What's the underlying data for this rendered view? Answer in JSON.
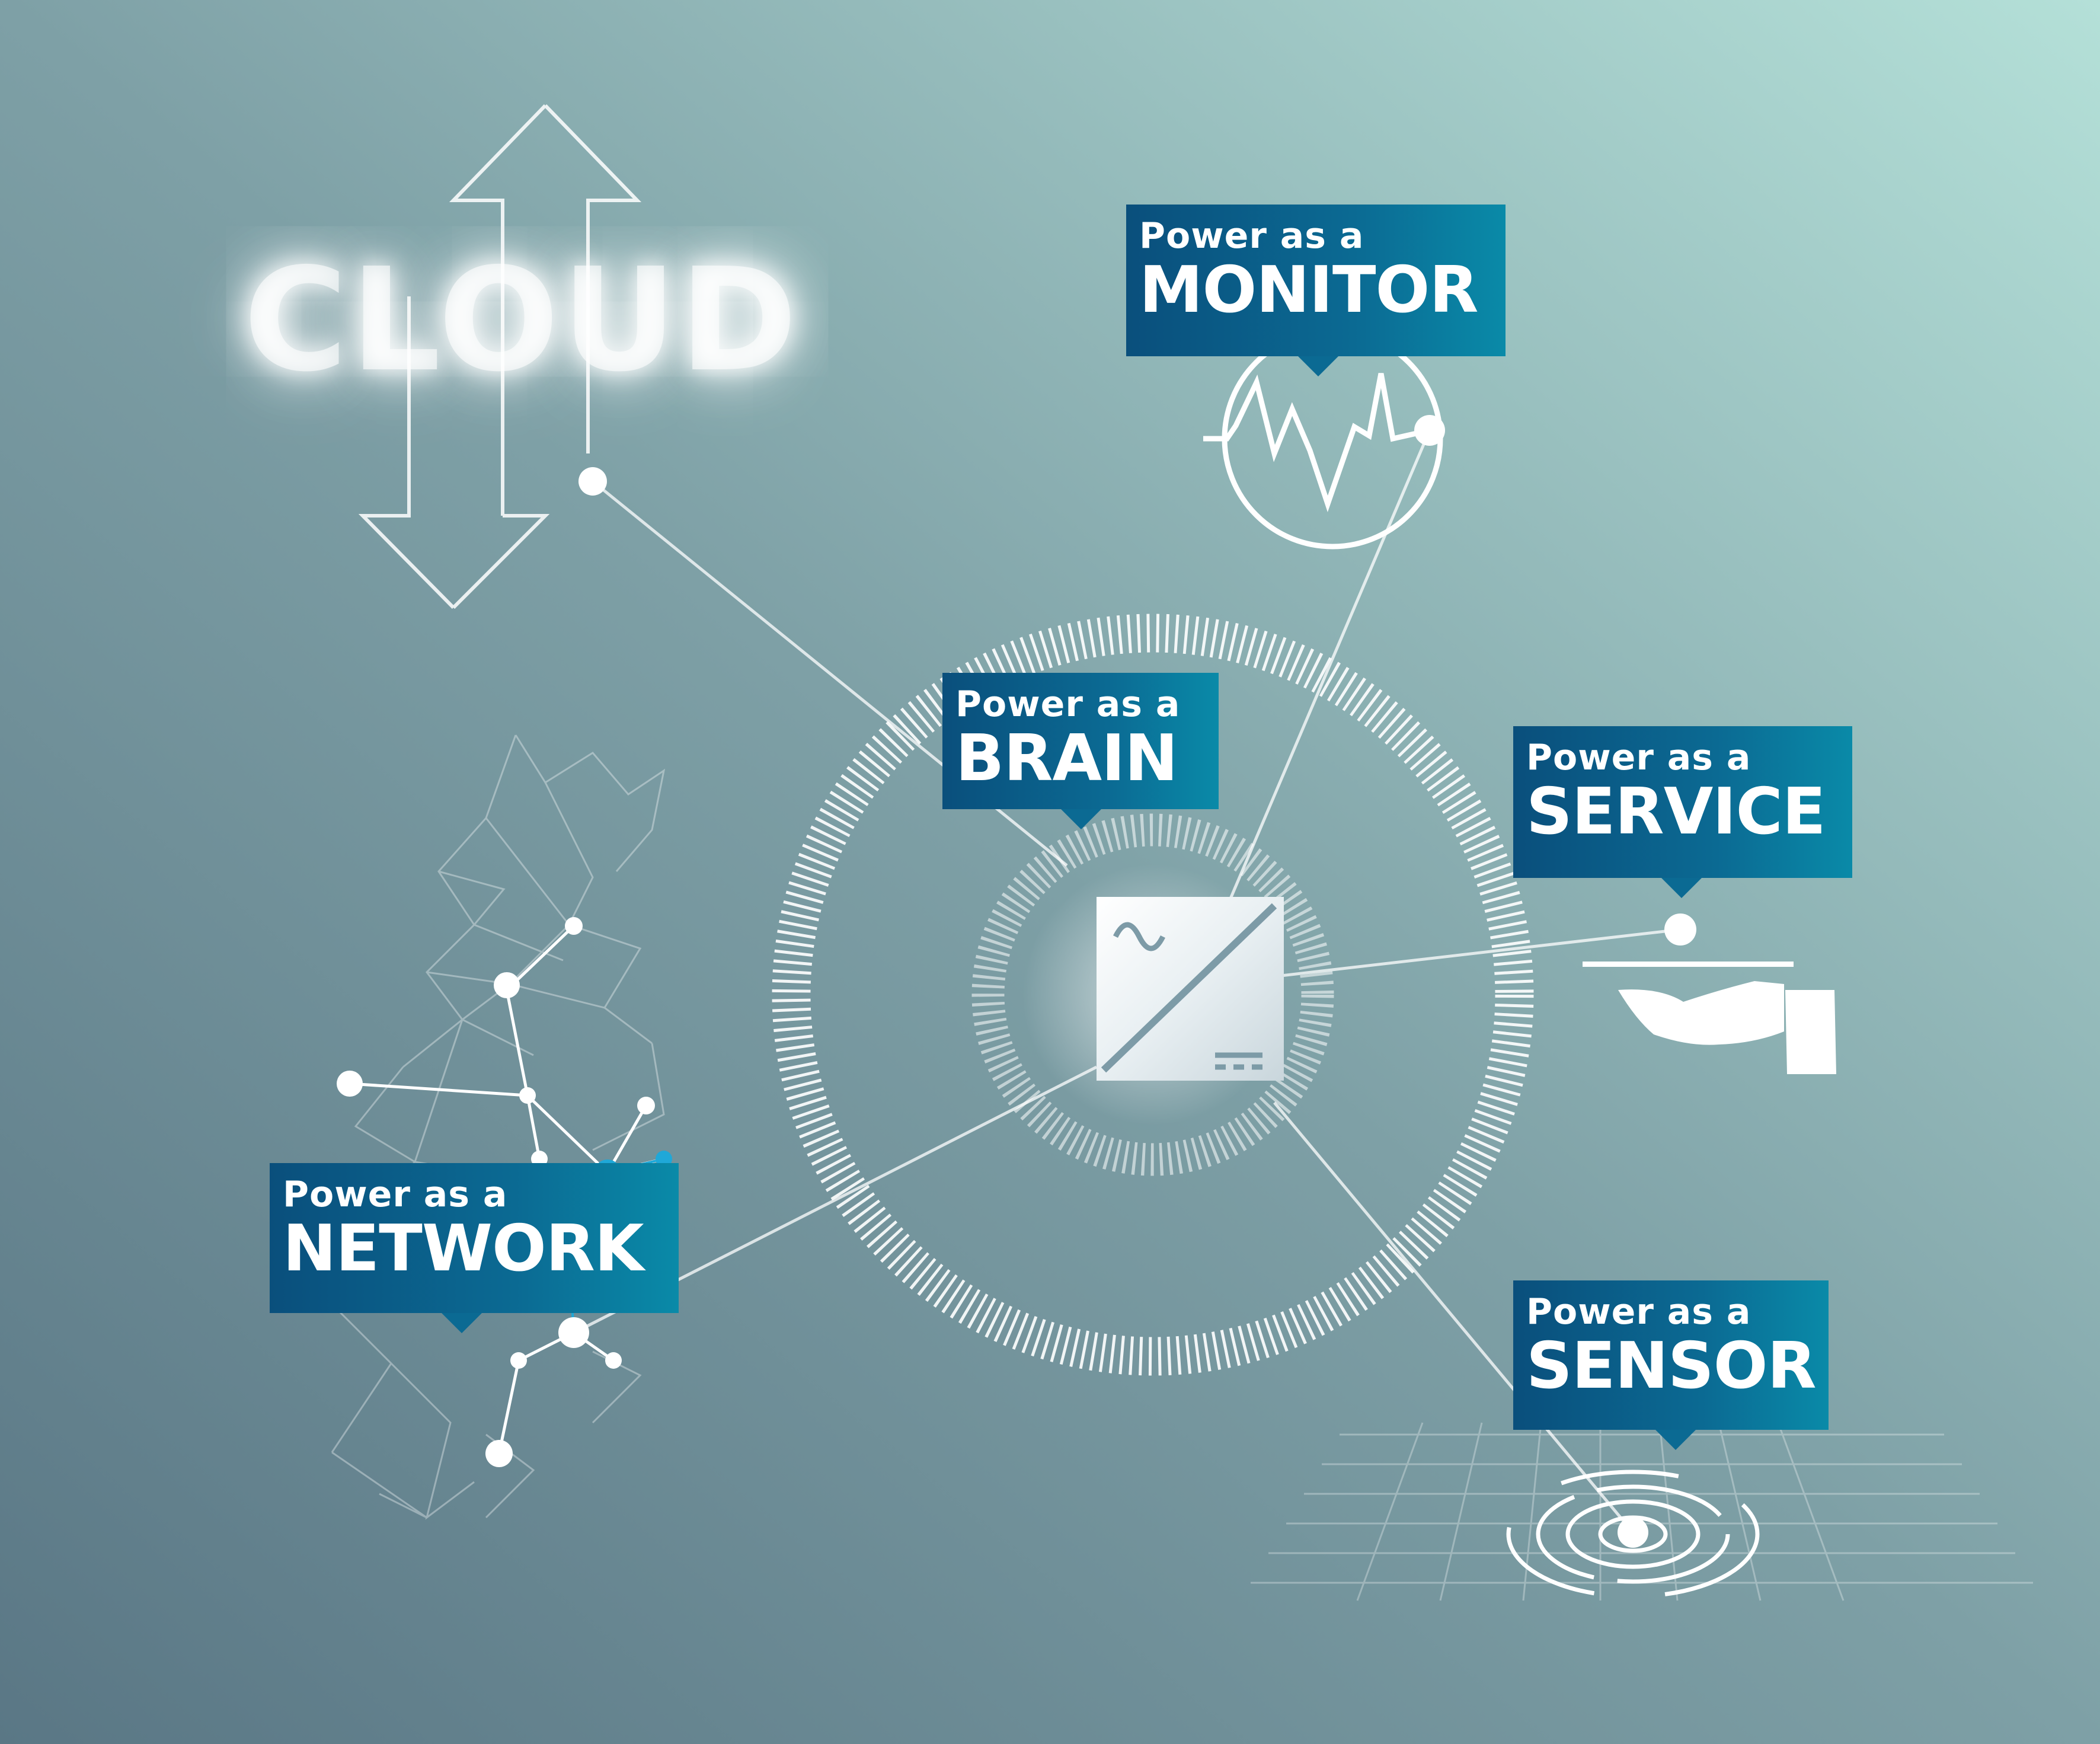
{
  "cloud": {
    "label": "CLOUD"
  },
  "callouts": {
    "monitor": {
      "prefix": "Power as a",
      "keyword": "MONITOR"
    },
    "brain": {
      "prefix": "Power as a",
      "keyword": "BRAIN"
    },
    "service": {
      "prefix": "Power as a",
      "keyword": "SERVICE"
    },
    "network": {
      "prefix": "Power as a",
      "keyword": "NETWORK"
    },
    "sensor": {
      "prefix": "Power as a",
      "keyword": "SENSOR"
    }
  },
  "icons": {
    "cloud": "double-arrow-up-down-icon",
    "monitor": "heartbeat-waveform-icon",
    "brain": "power-converter-icon",
    "service": "serving-hand-tray-icon",
    "network": "node-mesh-icon",
    "sensor": "radar-ripple-icon"
  },
  "colors": {
    "background_start": "#5f7f8d",
    "background_end": "#b0dcd6",
    "callout_start": "#0a4f7c",
    "callout_end": "#0a8aa8",
    "highlight_node": "#1fa8d8",
    "line": "#ffffff"
  }
}
